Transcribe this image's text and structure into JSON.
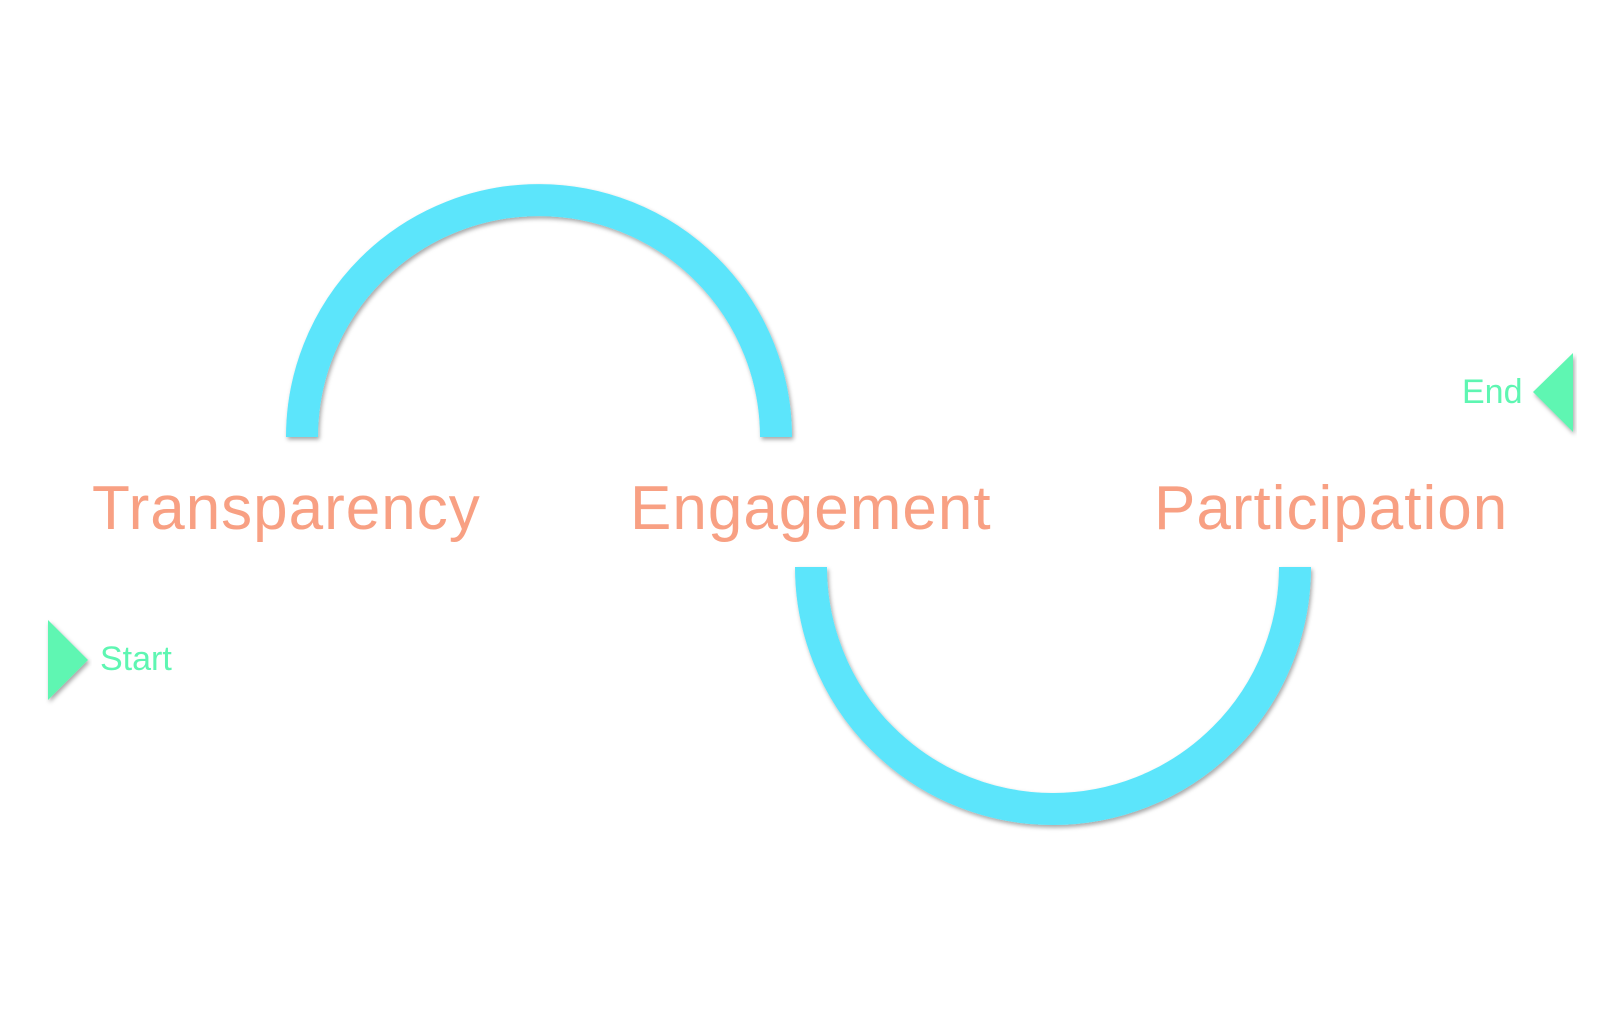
{
  "diagram": {
    "stages": [
      {
        "label": "Transparency"
      },
      {
        "label": "Engagement"
      },
      {
        "label": "Participation"
      }
    ],
    "start_label": "Start",
    "end_label": "End",
    "colors": {
      "background": "#ffffff",
      "arc": "#5be5fb",
      "stage_text": "#f8a083",
      "marker": "#5ef6b2",
      "marker_text": "#5ef6b2"
    },
    "icons": {
      "start": "right-triangle-icon",
      "end": "left-triangle-icon"
    }
  }
}
